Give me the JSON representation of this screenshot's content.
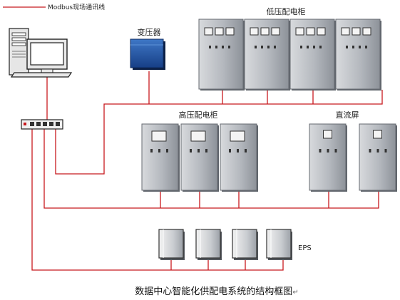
{
  "legend": {
    "label": "Modbus现场通讯线"
  },
  "labels": {
    "transformer": "变压器",
    "low_voltage": "低压配电柜",
    "high_voltage": "高压配电柜",
    "dc_screen": "直流屏",
    "eps": "EPS"
  },
  "caption": "数据中心智能化供配电系统的结构框图",
  "caption_mark": "↵",
  "colors": {
    "line": "#c8191e",
    "cabinet": "#b9bcc2",
    "cabinet_dark": "#8f949c",
    "transformer": "#1f4fa0"
  },
  "devices": {
    "computer": "computer-icon",
    "switch": "network-switch-icon",
    "low_voltage_count": 4,
    "high_voltage_count": 3,
    "dc_count": 2,
    "eps_count": 4
  }
}
